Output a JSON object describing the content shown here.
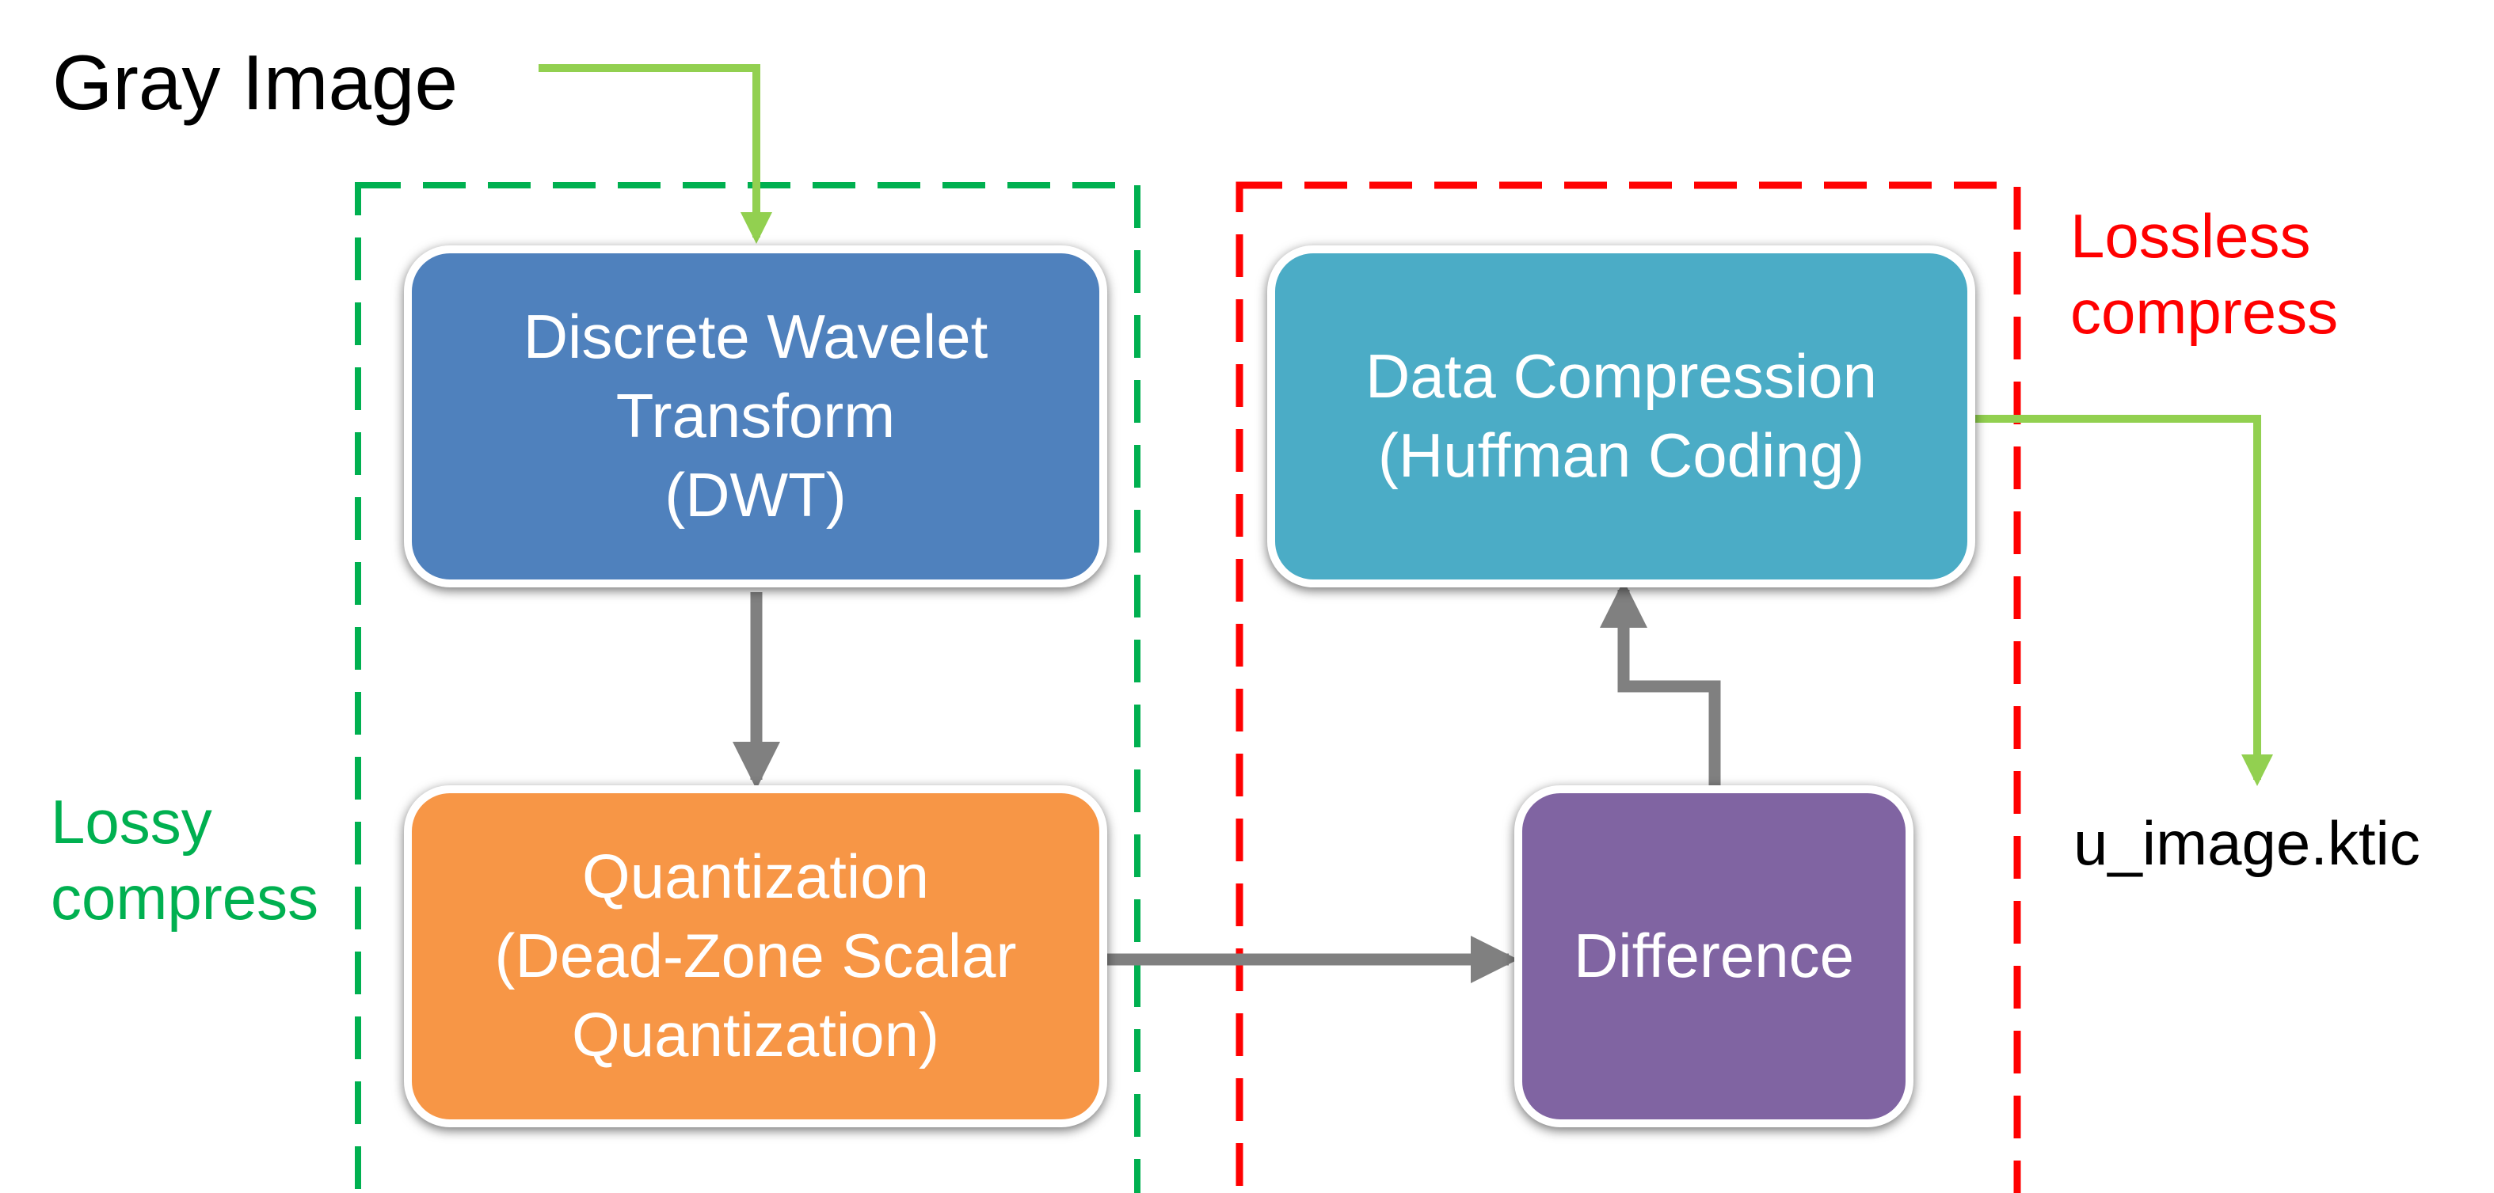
{
  "input_label": "Gray Image",
  "output_label": "u_image.ktic",
  "groups": {
    "lossy": {
      "label_line1": "Lossy",
      "label_line2": "compress",
      "color": "#00b050"
    },
    "lossless": {
      "label_line1": "Lossless",
      "label_line2": "compress",
      "color": "#ff0000"
    }
  },
  "boxes": {
    "dwt": {
      "line1": "Discrete Wavelet",
      "line2": "Transform",
      "line3": "(DWT)",
      "color": "#4f81bd"
    },
    "quantization": {
      "line1": "Quantization",
      "line2": "(Dead-Zone Scalar",
      "line3": "Quantization)",
      "color": "#f79646"
    },
    "difference": {
      "line1": "Difference",
      "color": "#8064a2"
    },
    "data_compression": {
      "line1": "Data Compression",
      "line2": "(Huffman Coding)",
      "color": "#4bacc6"
    }
  },
  "colors": {
    "flow_arrow": "#808080",
    "io_arrow": "#92d050"
  }
}
